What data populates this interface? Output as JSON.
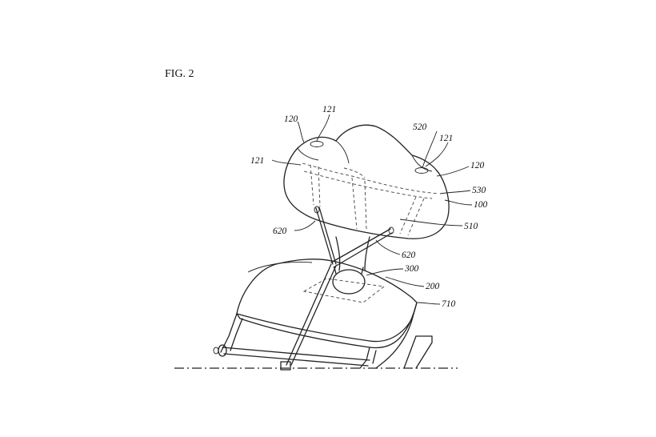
{
  "figure": {
    "title": "FIG. 2",
    "labels": {
      "l121a": "121",
      "l120a": "120",
      "l520": "520",
      "l121b": "121",
      "l121c": "121",
      "l120b": "120",
      "l530": "530",
      "l100": "100",
      "l510": "510",
      "l620a": "620",
      "l620b": "620",
      "l300": "300",
      "l200": "200",
      "l710": "710"
    }
  }
}
